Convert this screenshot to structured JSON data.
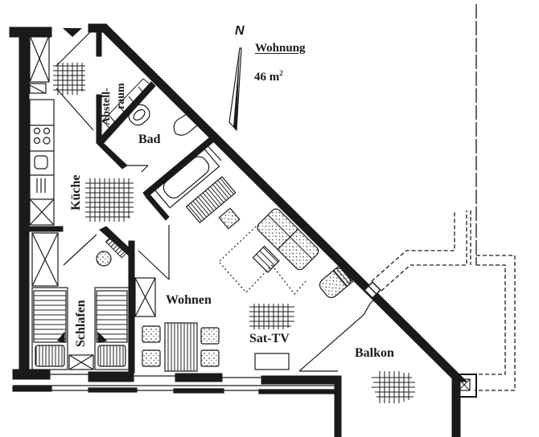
{
  "plan": {
    "title": "Wohnung",
    "area_value": "46 m",
    "area_superscript": "2",
    "north_label": "N",
    "rooms": {
      "abstellraum_line1": "Abstell-",
      "abstellraum_line2": "raum",
      "bad": "Bad",
      "kueche": "Küche",
      "schlafen": "Schlafen",
      "wohnen": "Wohnen",
      "sat_tv": "Sat-TV",
      "balkon": "Balkon"
    },
    "colors": {
      "ink": "#1a1a1a",
      "paper": "#ffffff",
      "hatch": "#222222"
    }
  }
}
